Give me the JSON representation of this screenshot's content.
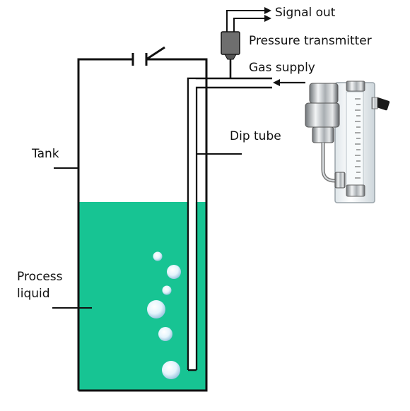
{
  "labels": {
    "signal_out": "Signal out",
    "pressure_transmitter": "Pressure transmitter",
    "gas_supply": "Gas supply",
    "dip_tube": "Dip tube",
    "tank": "Tank",
    "process_liquid_line1": "Process",
    "process_liquid_line2": "liquid"
  },
  "colors": {
    "liquid": "#17c493",
    "bubble": "#dff1fb",
    "transmitter": "#6e6e6e",
    "line": "#111111"
  },
  "icons": {
    "flowmeter": "rotameter-flowmeter-icon"
  }
}
